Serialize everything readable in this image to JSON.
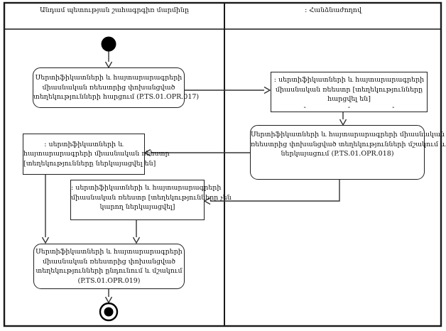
{
  "lanes": [
    {
      "label": "Անդամ պետության շահագրգիռ մարմինը"
    },
    {
      "label": ": Հանձնաժողով"
    }
  ],
  "nodes": {
    "act1": {
      "type": "action",
      "lines": [
        "Սերտիֆիկատների և հայտարարագրերի",
        "միասնական ռեեստրից փոխանցված",
        "տեղեկությունների հարցում (P.TS.01.OPR.017)"
      ]
    },
    "obj1": {
      "type": "object",
      "lines": [
        ": սերտիֆիկատների և հայտարարագրերի",
        "միասնական ռեեստր [տեղեկությունները",
        "հարցվել են]"
      ],
      "placeholders": [
        "-",
        "-",
        "-"
      ]
    },
    "act2": {
      "type": "action",
      "lines": [
        "Սերտիֆիկատների և հայտարարագրերի միասնական",
        "ռեեստրից փոխանցված տեղեկությունների մշակում և",
        "ներկայացում (P.TS.01.OPR.018)"
      ]
    },
    "obj2": {
      "type": "object",
      "lines": [
        ": սերտիֆիկատների և",
        "հայտարարագրերի միասնական ռեեստր",
        "[տեղեկությունները ներկայացվել են]"
      ]
    },
    "obj3": {
      "type": "object",
      "lines": [
        ": սերտիֆիկատների և հայտարարագրերի",
        "միասնական ռեեստր [տեղեկությունները չեն",
        "կարող ներկայացվել]"
      ]
    },
    "act3": {
      "type": "action",
      "lines": [
        "Սերտիֆիկատների և հայտարարագրերի",
        "միասնական ռեեստրից փոխանցված",
        "տեղեկությունների ընդունում և մշակում",
        "(P.TS.01.OPR.019)"
      ]
    }
  },
  "colors": {
    "line": "#1a1a1a",
    "edge": "#333333",
    "background": "#ffffff",
    "text": "#111111"
  }
}
